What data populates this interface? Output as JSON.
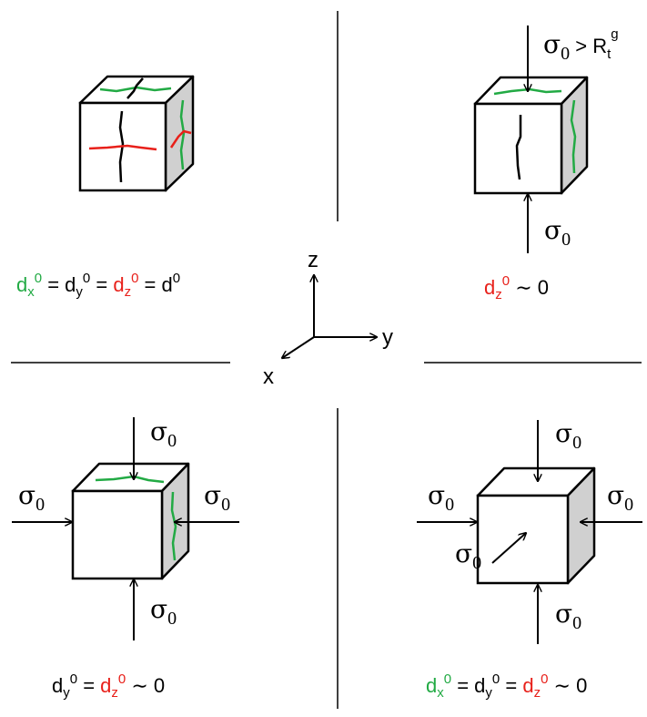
{
  "colors": {
    "green": "#22aa44",
    "red": "#e8201a",
    "black": "#000000",
    "face_shade": "#d0d0d0"
  },
  "stress": {
    "symbol": "σ",
    "subscript": "0"
  },
  "threshold": {
    "gt": " > R",
    "sub": "t",
    "sup": "g"
  },
  "axes": {
    "z": "z",
    "y": "y",
    "x": "x"
  },
  "labels": {
    "q1": {
      "dx": "d",
      "dx_sub": "x",
      "dx_sup": "0",
      "eq1": " = ",
      "dy": "d",
      "dy_sub": "y",
      "dy_sup": "0",
      "eq2": " = ",
      "dz": "d",
      "dz_sub": "z",
      "dz_sup": "0",
      "eq3": " = d",
      "d_sup": "0"
    },
    "q2": {
      "dz": "d",
      "dz_sub": "z",
      "dz_sup": "0",
      "tail": " ∼ 0"
    },
    "q3": {
      "dy": "d",
      "dy_sub": "y",
      "dy_sup": "0",
      "eq": " = ",
      "dz": "d",
      "dz_sub": "z",
      "dz_sup": "0",
      "tail": " ∼ 0"
    },
    "q4": {
      "dx": "d",
      "dx_sub": "x",
      "dx_sup": "0",
      "eq1": " = ",
      "dy": "d",
      "dy_sub": "y",
      "dy_sup": "0",
      "eq2": " = ",
      "dz": "d",
      "dz_sub": "z",
      "dz_sup": "0",
      "tail": " ∼ 0"
    }
  }
}
